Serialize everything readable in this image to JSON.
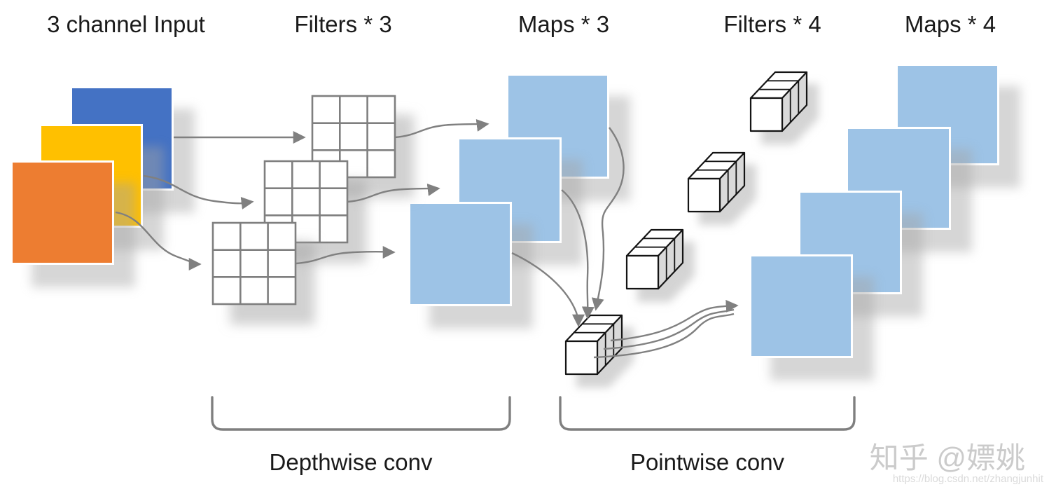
{
  "headers": {
    "input": "3 channel Input",
    "filters3": "Filters * 3",
    "maps3": "Maps * 3",
    "filters4": "Filters * 4",
    "maps4": "Maps * 4"
  },
  "stage_labels": {
    "depthwise": "Depthwise conv",
    "pointwise": "Pointwise conv"
  },
  "watermark": {
    "brand": "知乎 @嫖姚",
    "url": "https://blog.csdn.net/zhangjunhit"
  },
  "colors": {
    "channel-blue": "#4472C4",
    "channel-yellow": "#FFC000",
    "channel-orange": "#ED7D31",
    "map-blue": "#9DC3E6",
    "arrow-gray": "#808080",
    "grid-line": "#7f7f7f",
    "cube-side": "#d9d9d9",
    "text-dark": "#1a1a1a",
    "watermark-gray": "#cbcbcb",
    "watermark-url-gray": "#dadada"
  },
  "diagram": {
    "input_channel_count": 3,
    "depthwise_filter_count": 3,
    "depthwise_map_count": 3,
    "pointwise_filter_count": 4,
    "output_map_count": 4
  }
}
